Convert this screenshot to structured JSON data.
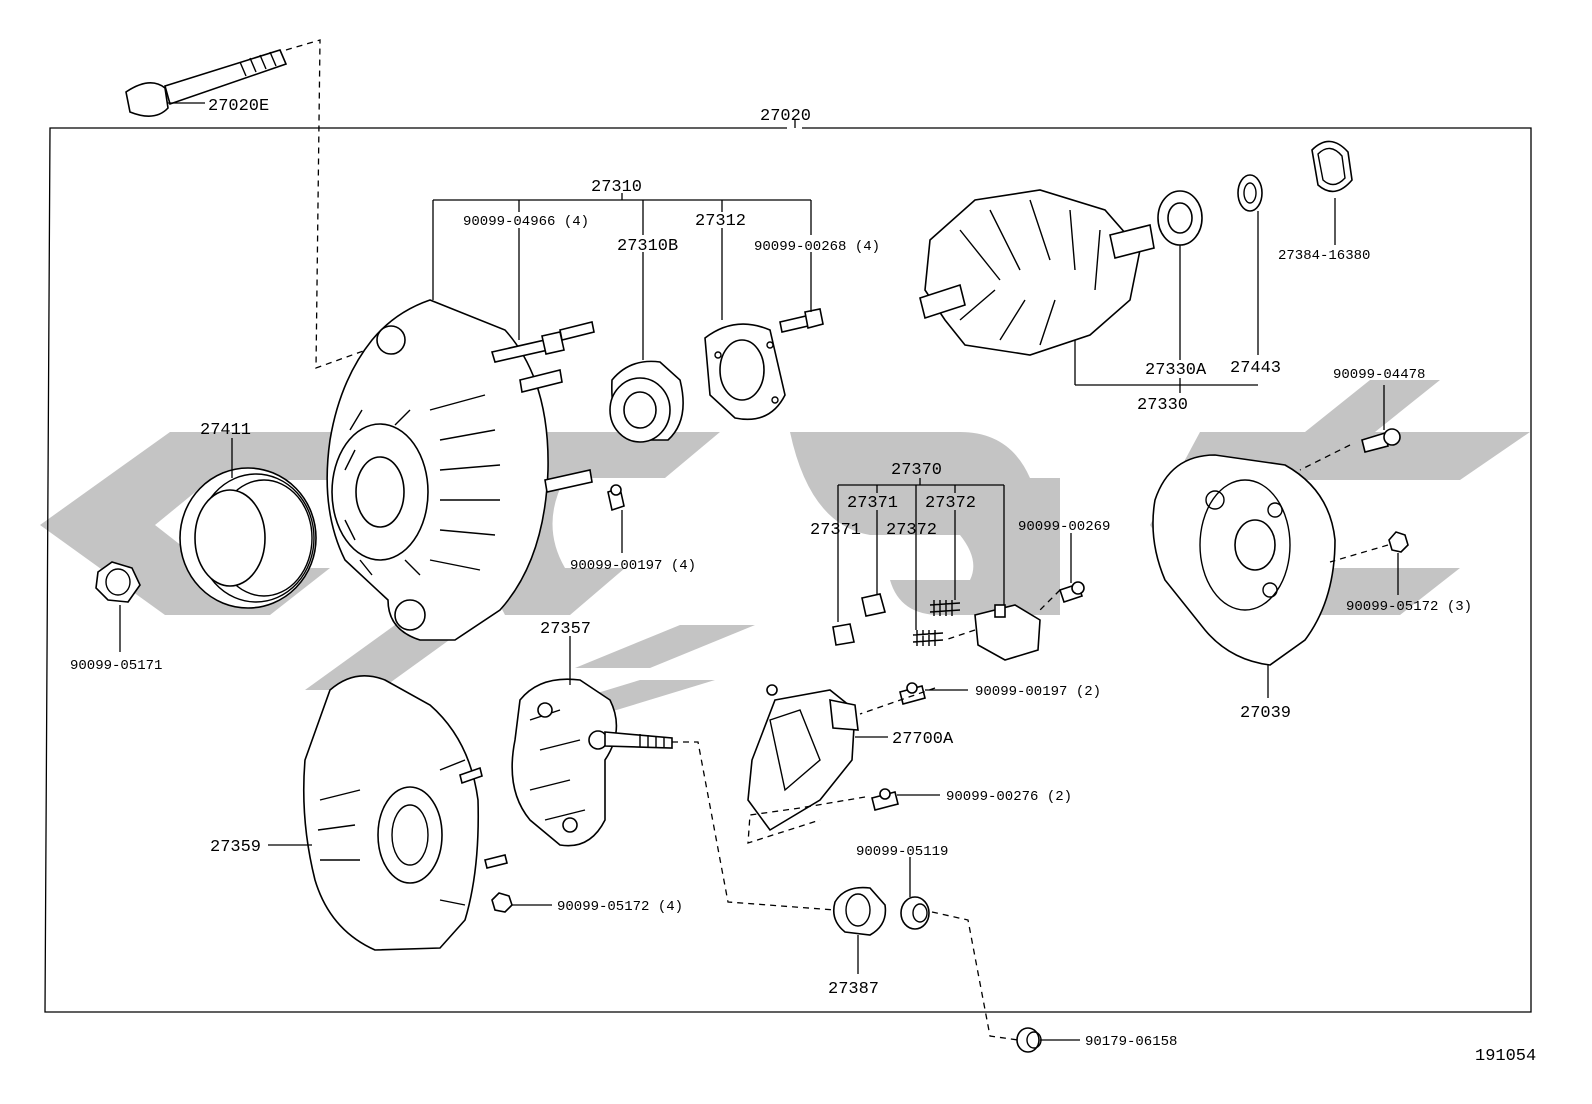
{
  "diagram_id": "191054",
  "assembly_number": "27020",
  "labels": {
    "bolt": "27020E",
    "assembly": "27020",
    "frame_assy": "27310",
    "stud_4": "90099-04966 (4)",
    "plate": "27312",
    "bearing_front": "27310B",
    "screw_268": "90099-00268 (4)",
    "cover_gasket": "27384-16380",
    "bearing_rear": "27330A",
    "ring": "27443",
    "rotor": "27330",
    "bolt_04478": "90099-04478",
    "pulley": "27411",
    "brush_assy": "27370",
    "brush_a": "27371",
    "spring_a": "27372",
    "brush_b": "27371",
    "spring_b": "27372",
    "screw_269": "90099-00269",
    "screw_197_4": "90099-00197 (4)",
    "nut_05171": "90099-05171",
    "nut_05172_3": "90099-05172 (3)",
    "rectifier": "27357",
    "screw_197_2": "90099-00197 (2)",
    "regulator": "27700A",
    "rear_cover": "27039",
    "screw_276_2": "90099-00276 (2)",
    "rear_frame": "27359",
    "bush_05119": "90099-05119",
    "nut_05172_4": "90099-05172 (4)",
    "insulator": "27387",
    "nut_06158": "90179-06158"
  }
}
